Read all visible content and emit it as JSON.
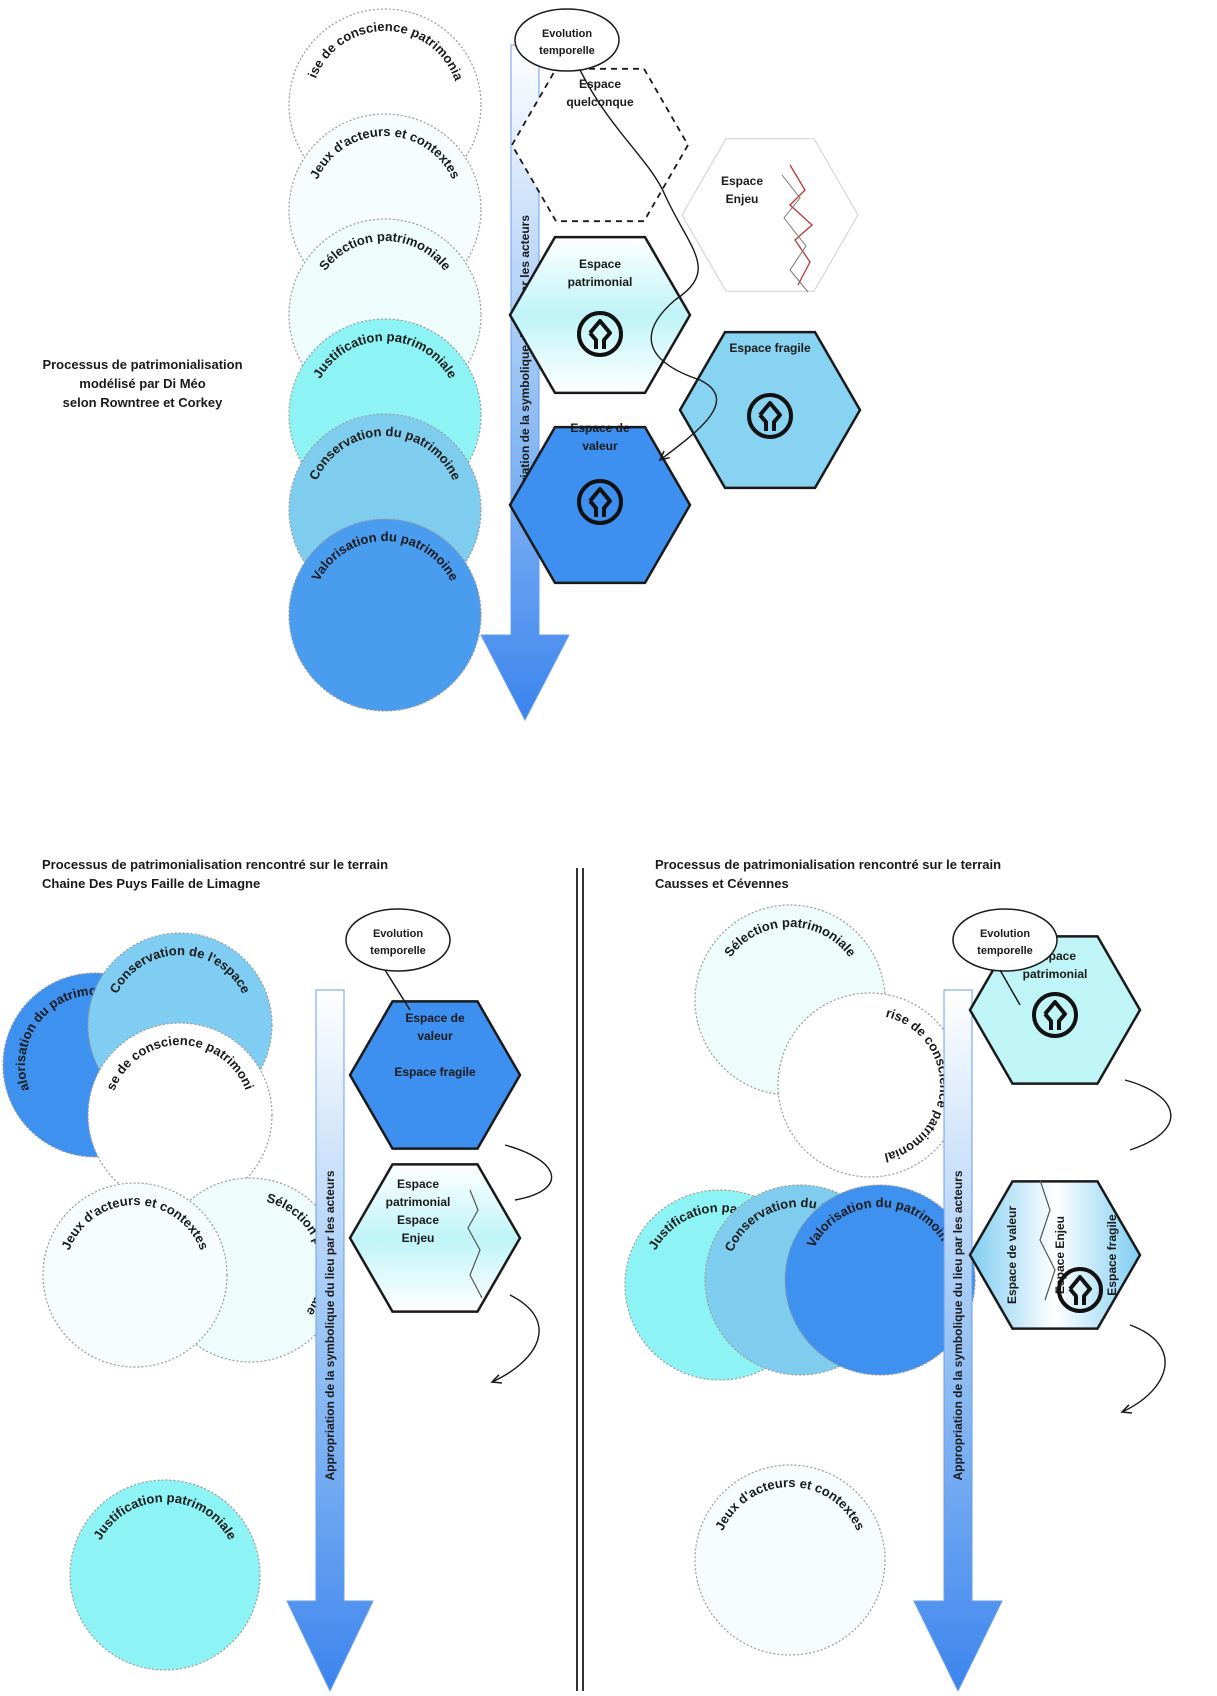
{
  "main": {
    "caption": [
      "Processus de patrimonialisation",
      "modélisé par Di Méo",
      "selon Rowntree et Corkey"
    ],
    "arrow_label": "Appropriation de la symbolique du lieu par les acteurs",
    "bubble": [
      "Evolution",
      "temporelle"
    ],
    "circles": [
      {
        "label": "Prise de conscience patrimoniale",
        "fill": "#ffffff"
      },
      {
        "label": "Jeux d'acteurs et contextes",
        "fill": "#f7fdfd"
      },
      {
        "label": "Sélection patrimoniale",
        "fill": "#eefcfc"
      },
      {
        "label": "Justification patrimoniale",
        "fill": "#8ef3f5"
      },
      {
        "label": "Conservation du patrimoine",
        "fill": "#7fcdee"
      },
      {
        "label": "Valorisation du patrimoine",
        "fill": "#4a9cef"
      }
    ],
    "hexagons": [
      {
        "label": [
          "Espace",
          "quelconque"
        ],
        "style": "dashed",
        "fill": "#ffffff"
      },
      {
        "label": [
          "Espace",
          "Enjeu"
        ],
        "style": "light",
        "fill": "#ffffff"
      },
      {
        "label": [
          "Espace",
          "patrimonial"
        ],
        "style": "solid",
        "fill": "#b9f4f8",
        "emblem": true
      },
      {
        "label": [
          "Espace fragile"
        ],
        "style": "solid",
        "fill": "#88d2f2",
        "emblem": true
      },
      {
        "label": [
          "Espace de",
          "valeur"
        ],
        "style": "solid",
        "fill": "#3d8ff0",
        "emblem": true
      }
    ]
  },
  "left": {
    "caption": [
      "Processus de patrimonialisation rencontré sur le terrain",
      "Chaine Des Puys Faille de Limagne"
    ],
    "arrow_label": "Appropriation de la symbolique du lieu par les acteurs",
    "bubble": [
      "Evolution",
      "temporelle"
    ],
    "circles": [
      {
        "label": "Valorisation du patrimoine",
        "fill": "#3e91ef"
      },
      {
        "label": "Conservation de l'espace",
        "fill": "#7fcdf2"
      },
      {
        "label": "Prise de conscience patrimoniale",
        "fill": "#ffffff"
      },
      {
        "label": "Sélection patrimoniale",
        "fill": "#eefcfc"
      },
      {
        "label": "Jeux d'acteurs et contextes",
        "fill": "#f7fdfd"
      },
      {
        "label": "Justification patrimoniale",
        "fill": "#8ef3f5"
      }
    ],
    "hexagons": [
      {
        "label": [
          "Espace de",
          "valeur",
          "",
          "Espace fragile"
        ],
        "fill": "#3d8ff0"
      },
      {
        "label": [
          "Espace",
          "patrimonial",
          "Espace",
          "Enjeu"
        ],
        "fill": "#ffffff"
      }
    ]
  },
  "right": {
    "caption": [
      "Processus de patrimonialisation rencontré sur le terrain",
      "Causses et Cévennes"
    ],
    "arrow_label": "Appropriation de la symbolique du lieu par les acteurs",
    "bubble": [
      "Evolution",
      "temporelle"
    ],
    "circles": [
      {
        "label": "Sélection patrimoniale",
        "fill": "#eefcfc"
      },
      {
        "label": "Prise de conscience patrimoniale",
        "fill": "#ffffff"
      },
      {
        "label": "Justification patrimoniale",
        "fill": "#8ef3f5"
      },
      {
        "label": "Conservation du patrimoine",
        "fill": "#7fcdee"
      },
      {
        "label": "Valorisation du patrimoine",
        "fill": "#3e91ef"
      },
      {
        "label": "Jeux d'acteurs et contextes",
        "fill": "#f7fdfd"
      }
    ],
    "hexagons": [
      {
        "label": [
          "Espace",
          "patrimonial"
        ],
        "fill": "#c0f5f8",
        "emblem": true
      },
      {
        "label": [
          "Espace de valeur",
          "Espace Enjeu",
          "Espace fragile"
        ],
        "fill": "#8cd3f3",
        "emblem": true
      }
    ]
  }
}
